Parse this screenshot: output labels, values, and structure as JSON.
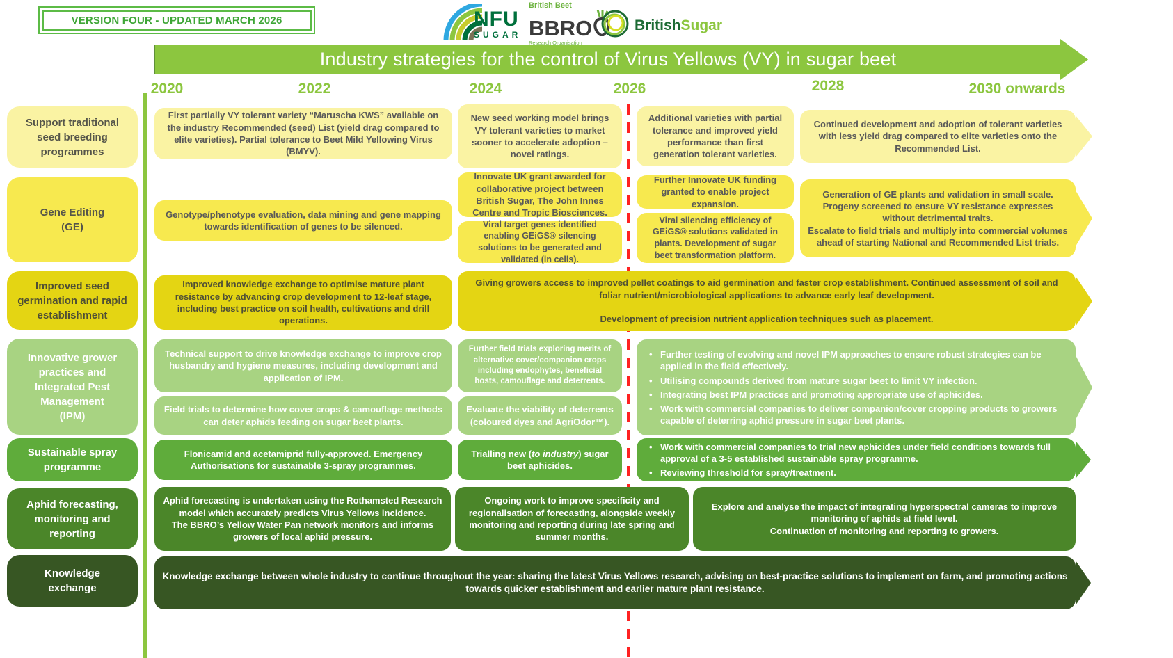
{
  "version_badge": "VERSION FOUR - UPDATED MARCH 2026",
  "logos": {
    "nfu": {
      "line1": "NFU",
      "line2": "SUGAR"
    },
    "bbro": {
      "top": "British Beet",
      "main": "BBRO",
      "sub": "Research Organisation"
    },
    "british_sugar": {
      "part1": "British",
      "part2": "Sugar"
    }
  },
  "banner_title": "Industry strategies for the control of Virus Yellows (VY) in sugar beet",
  "timeline_years": {
    "y2020": "2020",
    "y2022": "2022",
    "y2024": "2024",
    "y2026": "2026",
    "y2028": "2028",
    "y2030": "2030 onwards"
  },
  "rows": [
    {
      "label": "Support traditional\nseed breeding\nprogrammes",
      "boxes": {
        "a": "First partially VY tolerant variety “Maruscha KWS” available on the industry Recommended (seed) List (yield drag compared to elite varieties). Partial tolerance to Beet Mild Yellowing Virus (BMYV).",
        "b": "New seed working model brings VY tolerant varieties to market sooner to accelerate adoption – novel ratings.",
        "c": "Additional varieties with partial tolerance and improved yield performance than first generation tolerant varieties.",
        "d": "Continued development and adoption of tolerant varieties with less yield drag compared to elite varieties onto the Recommended List."
      }
    },
    {
      "label": "Gene Editing\n(GE)",
      "boxes": {
        "a": "Genotype/phenotype evaluation, data mining and gene mapping towards identification of genes to be silenced.",
        "b1": "Innovate UK grant awarded for collaborative project between British Sugar, The John Innes Centre and Tropic Biosciences.",
        "b2": "Viral target genes identified enabling GEiGS® silencing solutions to be generated and validated (in cells).",
        "c1": "Further Innovate UK funding granted to enable project expansion.",
        "c2": "Viral silencing efficiency of GEiGS® solutions validated in plants. Development of sugar beet transformation platform.",
        "d": "Generation of GE plants and validation in small scale. Progeny screened to ensure VY resistance expresses without detrimental traits.\nEscalate to field trials and multiply into commercial volumes ahead of starting National and Recommended List trials."
      }
    },
    {
      "label": "Improved seed\ngermination and rapid\nestablishment",
      "boxes": {
        "a": "Improved knowledge exchange to optimise mature plant resistance by advancing crop development to 12-leaf stage, including best practice on soil health, cultivations and drill operations.",
        "b": "Giving growers access to improved pellet coatings to aid germination and faster crop establishment. Continued assessment of soil and foliar nutrient/microbiological applications to advance early leaf development.\n\nDevelopment of precision nutrient application techniques such as placement."
      }
    },
    {
      "label": "Innovative grower\npractices and\nIntegrated Pest\nManagement\n(IPM)",
      "boxes": {
        "a": "Technical support to drive knowledge exchange to improve crop husbandry and hygiene measures, including development and application of IPM.",
        "b": "Further field trials exploring merits of alternative cover/companion crops including endophytes, beneficial hosts, camouflage and deterrents.",
        "c": "Field trials to determine how cover crops & camouflage methods can deter aphids feeding on sugar beet plants.",
        "d": "Evaluate the viability of deterrents (coloured dyes and AgriOdor™).",
        "e_bullets": [
          "Further testing of evolving and novel IPM approaches to ensure robust strategies can be applied in the field effectively.",
          "Utilising compounds derived from mature sugar beet to limit VY infection.",
          "Integrating best IPM practices and promoting appropriate use of aphicides.",
          "Work with commercial companies to deliver companion/cover cropping products to growers capable of deterring aphid pressure in sugar beet plants."
        ]
      }
    },
    {
      "label": "Sustainable spray\nprogramme",
      "boxes": {
        "a": "Flonicamid and acetamiprid fully-approved. Emergency Authorisations for sustainable 3-spray programmes.",
        "b_pre": "Trialling new (",
        "b_italic": "to industry",
        "b_post": ") sugar beet aphicides.",
        "c_bullets": [
          "Work with commercial companies to trial new aphicides under field conditions towards full approval of a 3-5 established sustainable spray programme.",
          "Reviewing threshold for spray/treatment."
        ]
      }
    },
    {
      "label": "Aphid forecasting,\nmonitoring and\nreporting",
      "boxes": {
        "a": "Aphid forecasting is undertaken using the Rothamsted Research model which accurately predicts Virus Yellows incidence.\nThe BBRO’s Yellow Water Pan network monitors and informs growers of local aphid pressure.",
        "b": "Ongoing work to improve specificity and regionalisation of forecasting, alongside weekly monitoring and reporting during late spring and summer months.",
        "c": "Explore and analyse the impact of integrating hyperspectral cameras to improve monitoring of aphids at field level.\nContinuation of monitoring and reporting to growers."
      }
    },
    {
      "label": "Knowledge\nexchange",
      "boxes": {
        "a": "Knowledge exchange between whole industry to continue throughout the year: sharing the latest Virus Yellows research, advising on best-practice solutions to implement on farm, and promoting actions towards quicker establishment and earlier mature plant resistance."
      }
    }
  ],
  "palette": {
    "banner_green": "#8cc63f",
    "timeline_year_green": "#8cc63f",
    "red_phase_divider": "#ff2222",
    "row1_pale_yellow": "#faf3a3",
    "row2_yellow": "#f7e94f",
    "row3_gold": "#e4d513",
    "row4_light_green": "#a8d382",
    "row5_green": "#5fac3b",
    "row6_dark_green": "#4b8629",
    "row7_darkest_green": "#375623",
    "version_text_green": "#3ea636"
  }
}
